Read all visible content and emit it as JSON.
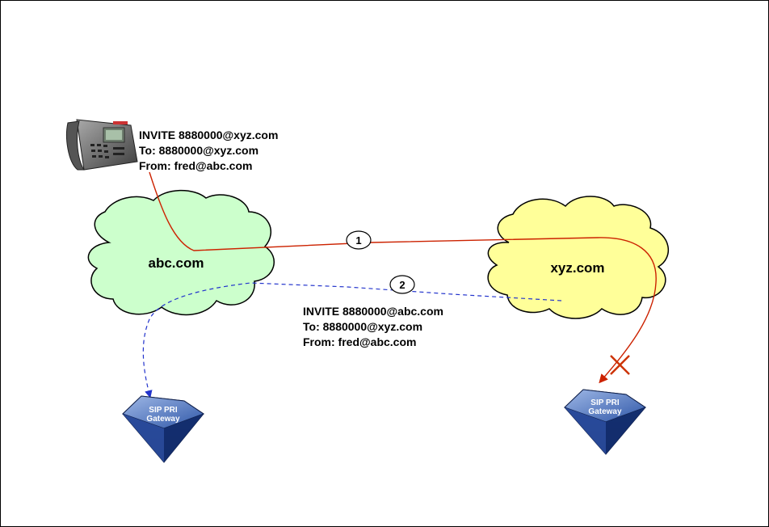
{
  "diagram": {
    "message_top": {
      "line1": "INVITE 8880000@xyz.com",
      "line2": "To: 8880000@xyz.com",
      "line3": "From: fred@abc.com"
    },
    "message_bottom": {
      "line1": "INVITE 8880000@abc.com",
      "line2": "To: 8880000@xyz.com",
      "line3": "From: fred@abc.com"
    },
    "clouds": {
      "left": {
        "label": "abc.com",
        "color": "#ccffcc"
      },
      "right": {
        "label": "xyz.com",
        "color": "#ffff99"
      }
    },
    "steps": {
      "first": "1",
      "second": "2"
    },
    "gateways": {
      "left": {
        "line1": "SIP PRI",
        "line2": "Gateway"
      },
      "right": {
        "line1": "SIP PRI",
        "line2": "Gateway"
      }
    },
    "colors": {
      "path_red": "#cc2200",
      "path_blue": "#2233cc",
      "x_mark": "#cc3300"
    }
  }
}
